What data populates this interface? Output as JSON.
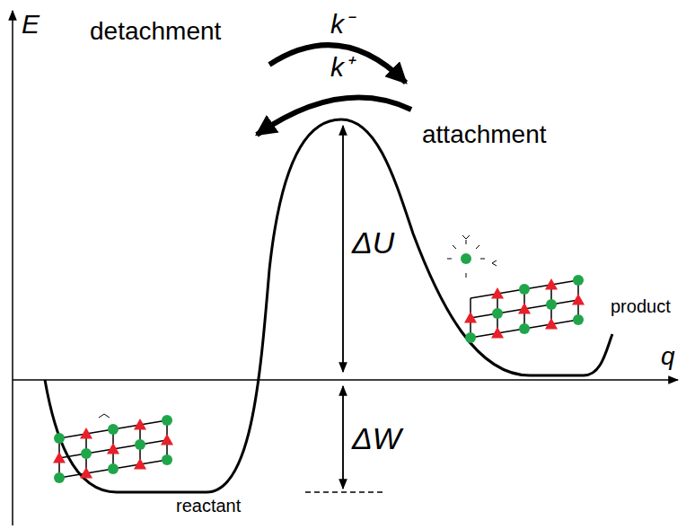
{
  "diagram": {
    "labels": [
      "E",
      "detachment",
      "k⁻",
      "k⁺",
      "attachment",
      "ΔU",
      "ΔW",
      "product",
      "reactant",
      "q"
    ]
  }
}
